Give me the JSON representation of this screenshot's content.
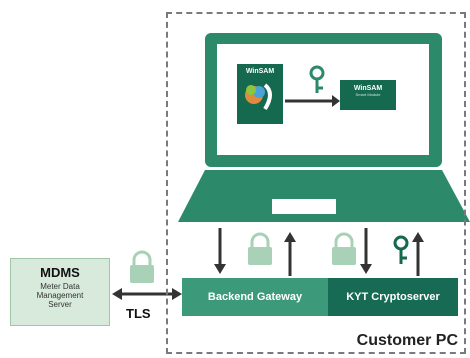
{
  "customer_pc": {
    "label": "Customer PC"
  },
  "mdms": {
    "title": "MDMS",
    "subtitle_lines": [
      "Meter Data",
      "Management",
      "Server"
    ]
  },
  "tls": {
    "label": "TLS"
  },
  "backend_gateway": {
    "label": "Backend Gateway"
  },
  "crypto_server": {
    "label": "KYT Cryptoserver"
  },
  "screen": {
    "app_title": "WinSAM",
    "target_title": "WinSAM",
    "target_subtitle": "Smart Module"
  },
  "colors": {
    "dark_green": "#15694f",
    "mid_green": "#3c9a7a",
    "light_green": "#d8eadc",
    "laptop_body": "#2c8a6b"
  }
}
